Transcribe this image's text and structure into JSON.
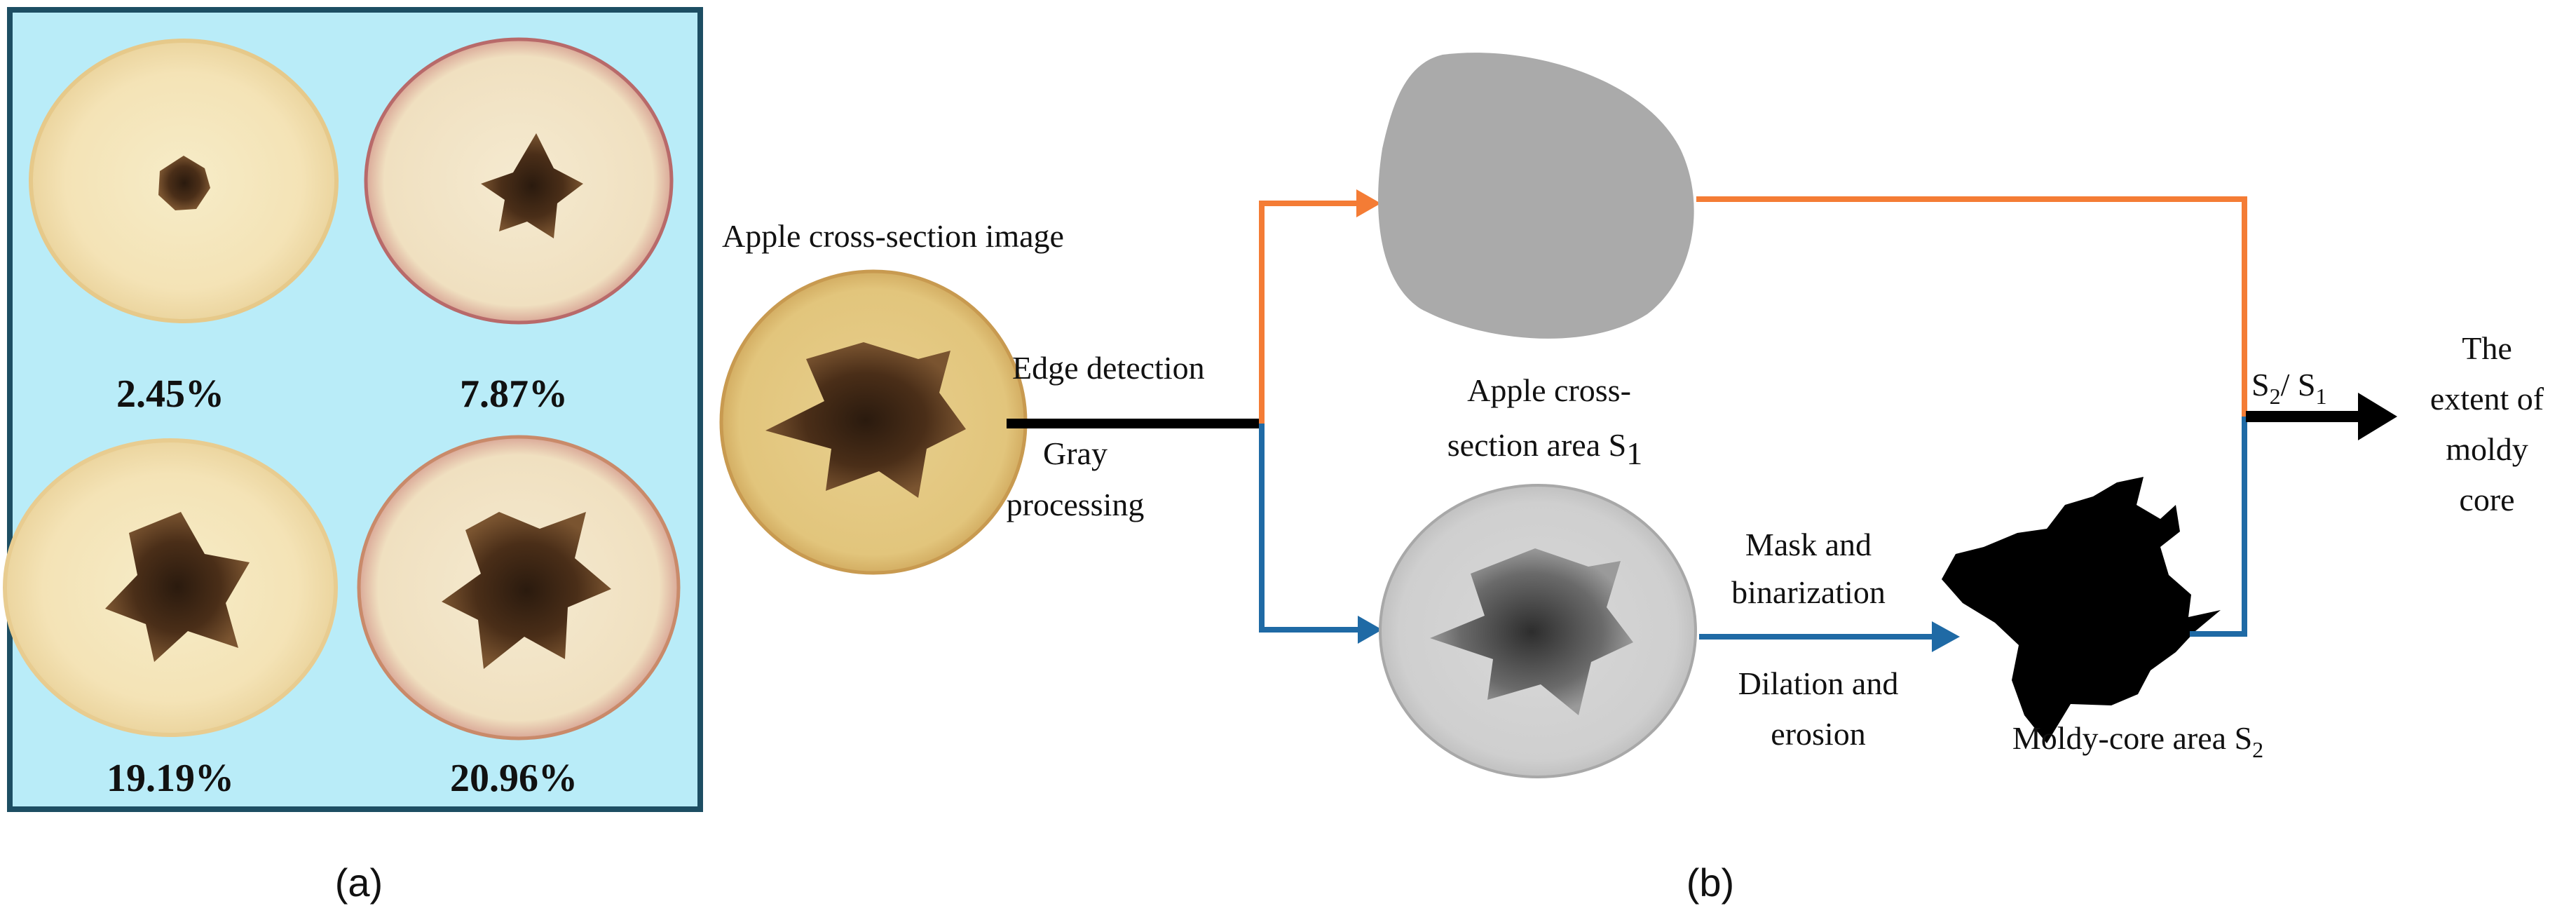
{
  "panel_a": {
    "tag": "(a)",
    "background": "#b9ecf8",
    "border": "#1d4e63",
    "samples": [
      {
        "percent": "2.45%"
      },
      {
        "percent": "7.87%"
      },
      {
        "percent": "19.19%"
      },
      {
        "percent": "20.96%"
      }
    ]
  },
  "panel_b": {
    "tag": "(b)",
    "input_title": "Apple cross-section image",
    "edge_label": "Edge detection",
    "gray_label_1": "Gray",
    "gray_label_2": "processing",
    "area1_line1": "Apple cross-",
    "area1_line2": "section area S",
    "area1_sub": "1",
    "mask_line1": "Mask and",
    "mask_line2": "binarization",
    "dil_line1": "Dilation and",
    "dil_line2": "erosion",
    "area2_text": "Moldy-core area S",
    "area2_sub": "2",
    "ratio_s2": "S",
    "ratio_s2_sub": "2",
    "ratio_sep": "/ S",
    "ratio_s1_sub": "1",
    "result_1": "The",
    "result_2": "extent of",
    "result_3": "moldy",
    "result_4": "core",
    "colors": {
      "orange": "#f47c35",
      "blue": "#1f6aa5",
      "black": "#000000",
      "gray_area": "#aaaaaa"
    }
  }
}
